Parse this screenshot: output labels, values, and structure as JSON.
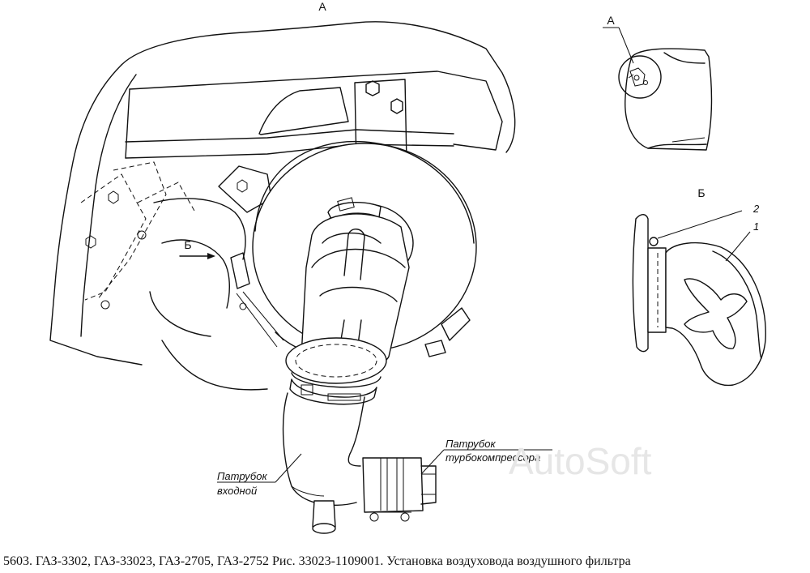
{
  "view_labels": {
    "view_a_main": "А",
    "view_a_detail": "А",
    "view_b_arrow": "Б",
    "view_b_detail": "Б"
  },
  "callouts": {
    "inlet_pipe_line1": "Патрубок",
    "inlet_pipe_line2": "входной",
    "turbo_pipe_line1": "Патрубок",
    "turbo_pipe_line2": "турбокомпрессора",
    "item_1": "1",
    "item_2": "2"
  },
  "watermark": "AutoSoft",
  "caption": "5603. ГАЗ-3302, ГАЗ-33023, ГАЗ-2705, ГАЗ-2752 Рис. 33023-1109001. Установка воздуховода воздушного фильтра",
  "colors": {
    "line": "#111111",
    "background": "#ffffff",
    "watermark": "#e6e6e6"
  }
}
